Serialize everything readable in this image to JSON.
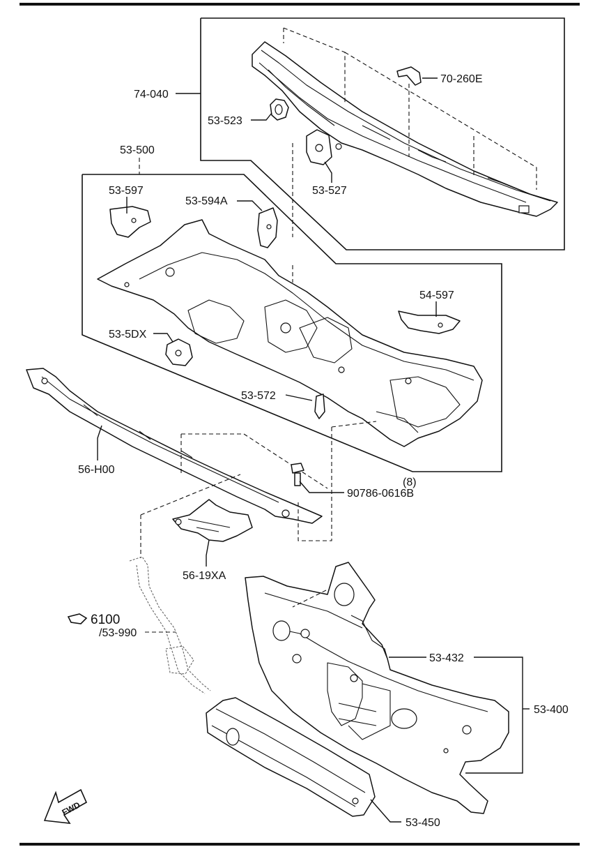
{
  "labels": {
    "l74040": "74-040",
    "l70260e": "70-260E",
    "l53523": "53-523",
    "l53500": "53-500",
    "l53527": "53-527",
    "l53597": "53-597",
    "l53594a": "53-594A",
    "l54597": "54-597",
    "l535dx": "53-5DX",
    "l53572": "53-572",
    "l56h00": "56-H00",
    "lqty": "(8)",
    "l90786": "90786-0616B",
    "l5619xa": "56-19XA",
    "l6100": "6100",
    "l53990": "/53-990",
    "l53432": "53-432",
    "l53400": "53-400",
    "l53450": "53-450",
    "fwd": "FWD"
  },
  "icons": {
    "ref_icon": "section-reference-icon",
    "fwd_arrow": "forward-direction-arrow-icon"
  }
}
